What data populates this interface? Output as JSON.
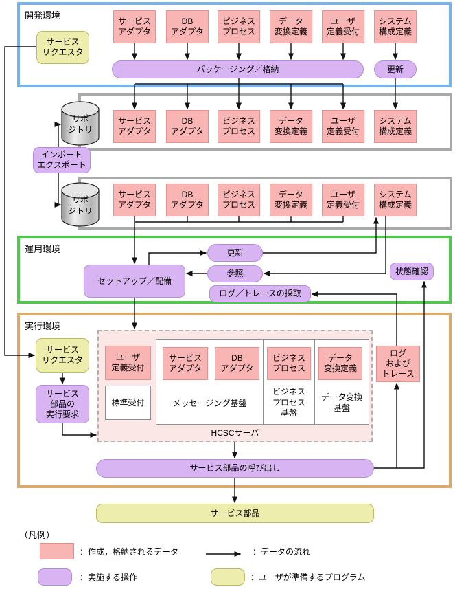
{
  "colors": {
    "pink": "#f9b4b4",
    "pink_border": "#e89090",
    "purple": "#d8b5f2",
    "purple_border": "#b48cd8",
    "yellow": "#ededae",
    "yellow_border": "#bcbc62",
    "blue_frame": "#74b2f0",
    "gray_frame": "#a9a9a9",
    "green_frame": "#4ec94e",
    "tan_frame": "#dba96e",
    "hcsc_bg": "#fce7e7"
  },
  "shared": {
    "artifacts": [
      "サービス\nアダプタ",
      "DB\nアダプタ",
      "ビジネス\nプロセス",
      "データ\n変換定義",
      "ユーザ\n定義受付",
      "システム\n構成定義"
    ],
    "repository": "リポ\nジトリ"
  },
  "dev": {
    "label": "開発環境",
    "requester": "サービス\nリクエスタ",
    "packaging": "パッケージング／格納",
    "update": "更新"
  },
  "transfer": {
    "import_export": "インポート\nエクスポート"
  },
  "ops": {
    "label": "運用環境",
    "setup": "セットアップ／配備",
    "update": "更新",
    "refer": "参照",
    "log_collect": "ログ／トレースの採取",
    "status_check": "状態確認"
  },
  "exec": {
    "label": "実行環境",
    "requester": "サービス\nリクエスタ",
    "exec_request": "サービス\n部品の\n実行要求",
    "user_reception": "ユーザ\n定義受付",
    "std_reception": "標準受付",
    "messaging_base": "メッセージング基盤",
    "bp_base": "ビジネス\nプロセス\n基盤",
    "dc_base": "データ変換\n基盤",
    "hcsc_server": "HCSCサーバ",
    "log_trace": "ログ\nおよび\nトレース",
    "call": "サービス部品の呼び出し",
    "service_part": "サービス部品"
  },
  "legend": {
    "title": "（凡例）",
    "created_data": "：作成，格納されるデータ",
    "data_flow": "：データの流れ",
    "operation": "：実施する操作",
    "user_program": "：ユーザが準備するプログラム"
  }
}
